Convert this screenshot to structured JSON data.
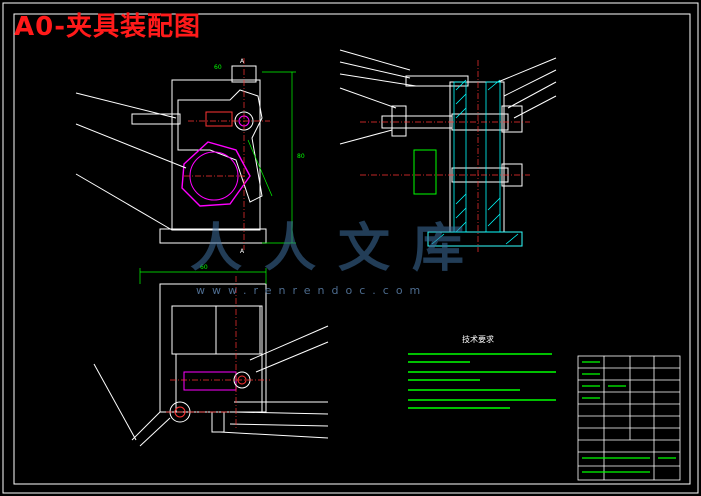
{
  "title": "A0-夹具装配图",
  "watermark": {
    "logo_text": "人人文库",
    "site": "www.renrendoc.com"
  },
  "technical_requirements": {
    "title": "技术要求"
  },
  "section_marks": {
    "top_a": "A",
    "bottom_a": "A"
  },
  "dimensions": {
    "front_width": "60",
    "front_height": "80",
    "plan_width": "60"
  },
  "colors": {
    "frame": "#ffffff",
    "title": "#ff1a1a",
    "outline": "#ffffff",
    "dimension": "#00ff00",
    "hatch": "#00ffff",
    "workpiece": "#ff00ff",
    "centerline": "#ff3333",
    "watermark": "#3f6f9f"
  }
}
